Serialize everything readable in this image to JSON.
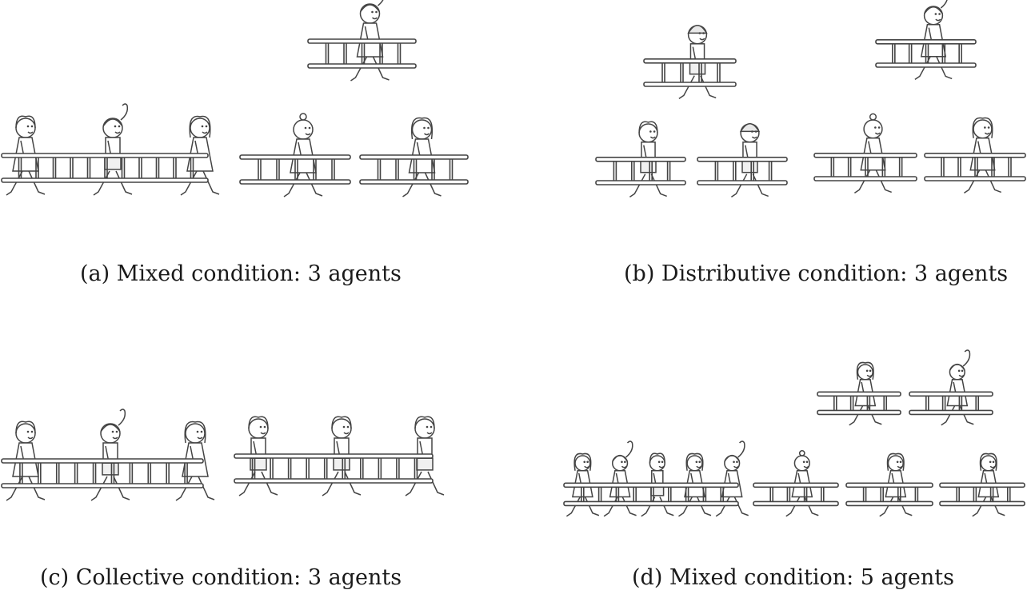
{
  "figure": {
    "panels": [
      {
        "id": "a",
        "caption": "(a) Mixed condition: 3 agents"
      },
      {
        "id": "b",
        "caption": "(b) Distributive condition: 3 agents"
      },
      {
        "id": "c",
        "caption": "(c) Collective condition: 3 agents"
      },
      {
        "id": "d",
        "caption": "(d) Mixed condition: 5 agents"
      }
    ]
  }
}
